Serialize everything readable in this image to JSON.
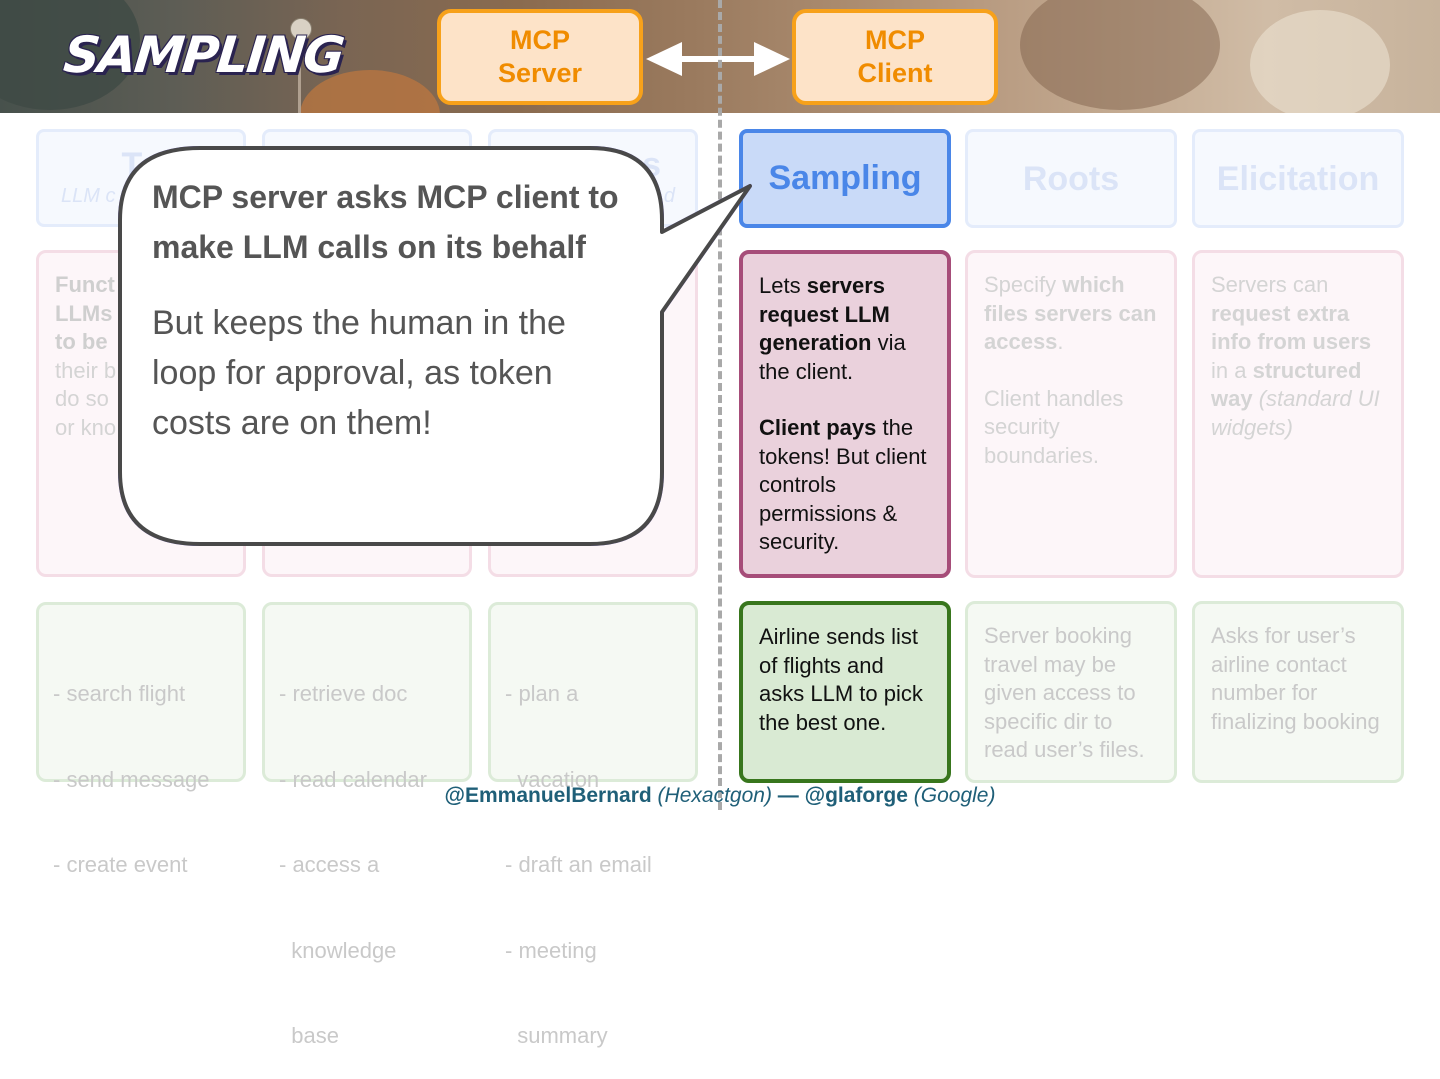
{
  "slide_title": "SAMPLING",
  "top_boxes": {
    "server": "MCP\nServer",
    "client": "MCP\nClient"
  },
  "columns": [
    {
      "header": "To",
      "sub": "LLM c",
      "desc": [
        "Funct",
        "LLMs",
        "to be",
        "their b",
        "do so",
        "or kno"
      ],
      "examples": [
        "- search flight",
        "- send message",
        "- create event"
      ]
    },
    {
      "header": "",
      "sub": "",
      "desc": [],
      "examples": [
        "- retrieve doc",
        "- read calendar",
        "- access a",
        "  knowledge",
        "  base"
      ]
    },
    {
      "header": "s",
      "sub": "d",
      "desc": [],
      "examples": [
        "- plan a",
        "  vacation",
        "- draft an email",
        "- meeting",
        "  summary"
      ]
    }
  ],
  "sampling": {
    "header": "Sampling",
    "desc_p1": {
      "t1": "Lets ",
      "b1": "servers request LLM generation",
      "t2": " via the client."
    },
    "desc_p2": {
      "b1": "Client pays",
      "t1": " the tokens! But client controls permissions & security."
    },
    "example": "Airline sends list of flights and asks LLM to pick the best one."
  },
  "roots": {
    "header": "Roots",
    "desc_p1": {
      "t1": "Specify ",
      "b1": "which files servers can access",
      "t2": "."
    },
    "desc_p2": "Client handles security boundaries.",
    "example": "Server booking travel may be given access to specific dir to read user’s files."
  },
  "elicitation": {
    "header": "Elicitation",
    "desc": {
      "t1": "Servers can ",
      "b1": "request extra info from users",
      "t2": " in a ",
      "b2": "structured way",
      "i1": " (standard UI widgets)"
    },
    "example": "Asks for user’s airline contact number for finalizing booking"
  },
  "bubble": {
    "heading": "MCP server asks MCP client to make LLM calls on its behalf",
    "body": "But keeps the human in the loop for approval, as token costs are on them!"
  },
  "footer": {
    "h1": "@EmmanuelBernard",
    "p1": " (Hexactgon)",
    "sep": " — ",
    "h2": "@glaforge",
    "p2": " (Google)"
  },
  "colors": {
    "accent_orange": "#f7a11a",
    "sampling_blue": "#4a86e8",
    "sampling_pink": "#a64d79",
    "sampling_green": "#38761d"
  }
}
